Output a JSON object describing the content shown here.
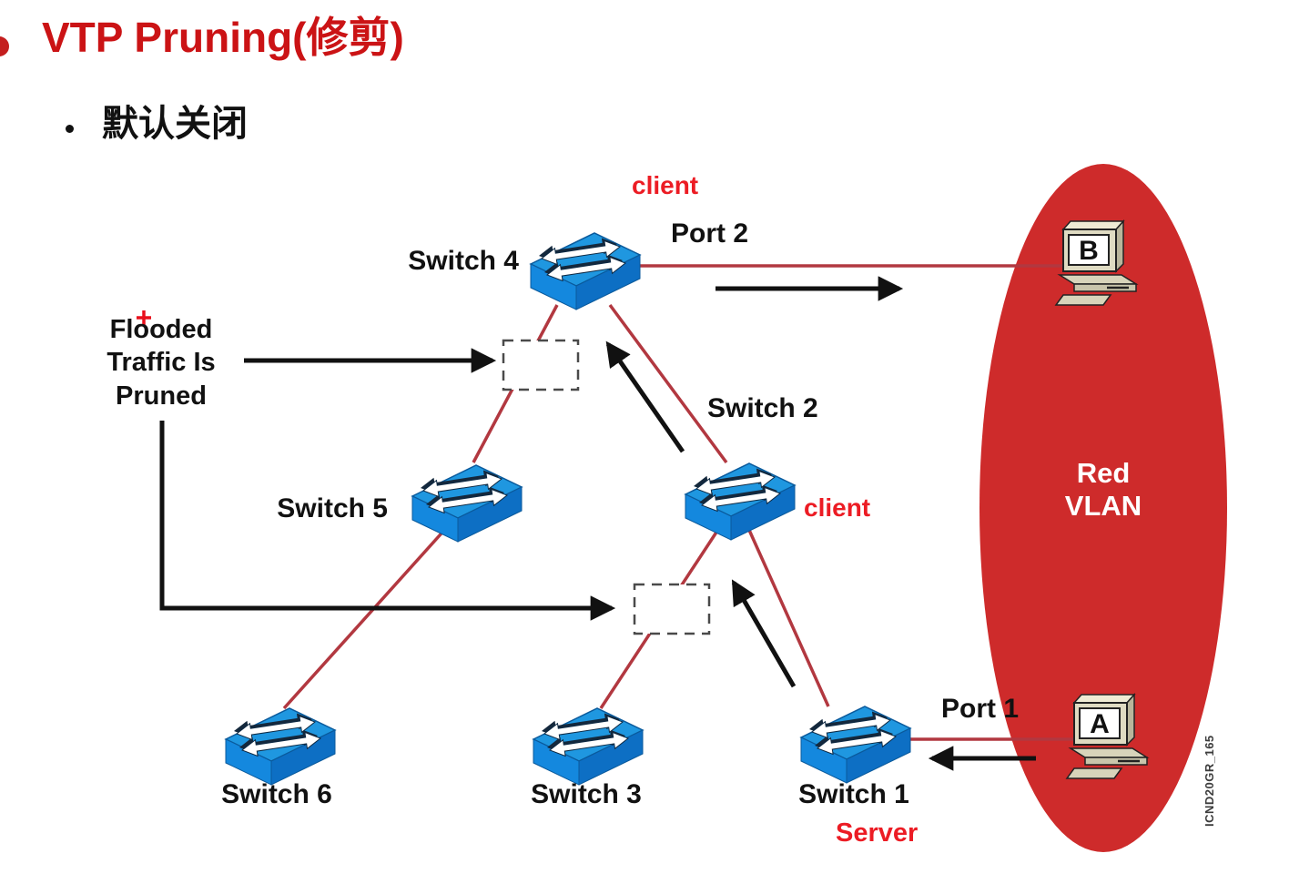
{
  "slide": {
    "title": "VTP Pruning(修剪)",
    "bullet_text": "默认关闭"
  },
  "diagram": {
    "switches": {
      "s1": "Switch 1",
      "s2": "Switch 2",
      "s3": "Switch 3",
      "s4": "Switch 4",
      "s5": "Switch 5",
      "s6": "Switch 6"
    },
    "ports": {
      "port1": "Port 1",
      "port2": "Port 2"
    },
    "roles": {
      "client_top": "client",
      "client_mid": "client",
      "server": "Server"
    },
    "vlan": {
      "line1": "Red",
      "line2": "VLAN"
    },
    "hosts": {
      "a": "A",
      "b": "B"
    },
    "flooded": [
      "Flooded",
      "Traffic Is",
      "Pruned"
    ],
    "watermark": "ICND20GR_165"
  },
  "icons": {
    "switch": "cisco-switch-icon",
    "pc": "desktop-pc-icon"
  },
  "colors": {
    "title_red": "#CB1315",
    "accent_red": "#EC1C24",
    "vlan_fill": "#CE2B2B",
    "link_red": "#B23840",
    "switch_blue": "#1488DE",
    "arrow_black": "#111111"
  }
}
